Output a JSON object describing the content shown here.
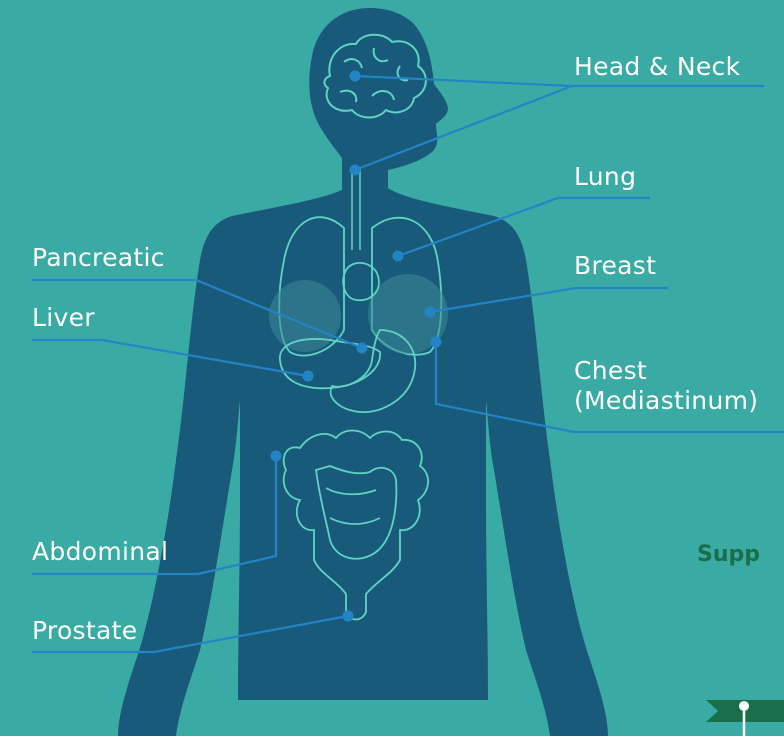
{
  "colors": {
    "background": "#3aaba4",
    "body_silhouette": "#195a7b",
    "organ_outline": "#5fd4c3",
    "leader_line": "#2384c6",
    "label_text": "#ffffff",
    "support_text": "#1a6e4a",
    "ribbon": "#1a6e4a"
  },
  "labels": {
    "head_neck": "Head & Neck",
    "lung": "Lung",
    "breast": "Breast",
    "chest": "Chest\n(Mediastinum)",
    "pancreatic": "Pancreatic",
    "liver": "Liver",
    "abdominal": "Abdominal",
    "prostate": "Prostate"
  },
  "support_text": "Supp",
  "icons": {
    "body": "human-body-silhouette-icon",
    "brain": "brain-icon",
    "lungs": "lungs-icon",
    "intestines": "intestines-icon",
    "ribbon": "ribbon-flag-icon",
    "pin": "map-pin-icon"
  }
}
